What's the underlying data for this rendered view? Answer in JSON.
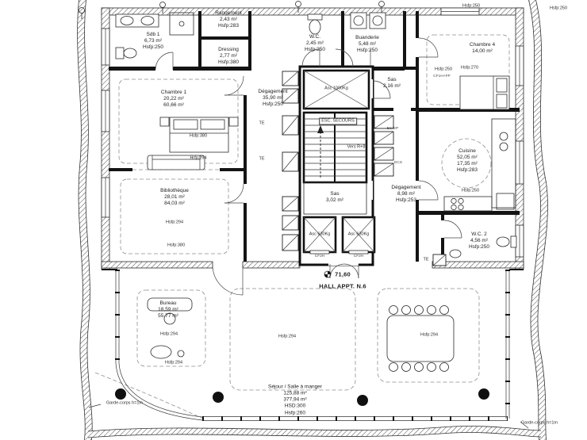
{
  "plan": {
    "hall_title": "HALL APPT. N.6",
    "level_mark": "71,60",
    "rooms": {
      "sdb1": "Sdb 1\n6,73 m²\nHsfp:250",
      "rangement": "Rangement\n2,43 m²\nHsfp:283",
      "dressing": "Dressing\n2,77 m²\nHsfp:380",
      "wc1": "W.C.\n2,45 m²\nHsfp:250",
      "buanderie": "Buanderie\n5,48 m²\nHsfp:250",
      "chambre4": "Chambre 4\n14,00 m²",
      "chambre1": "Chambre 1\n20,22 m²\n60,66 m²",
      "degagement_haut": "Dégagement\n35,90 m²\nHsfp:250",
      "cuisine": "Cuisine\n52,05 m²\n17,35 m²\nHsfp:283",
      "bibliotheque": "Bibliothèque\n28,01 m²\n84,03 m²",
      "degagement_asc": "Dégagement\n8,98 m²\nHsfp:253",
      "wc2": "W.C. 2\n4,56 m²\nHsfp:250",
      "bureau": "Bureau\n18,59 m²\n55,77 m²",
      "sejour": "Séjour / Salle à manger\n125,88 m²\n377,94 m²\nHSD:300\nHsfp:260"
    },
    "core": {
      "asc1000": "Asc 1000Kg",
      "asc630_left": "Asc 630Kg",
      "asc630_right": "Asc 630Kg",
      "esc": "ESC. SECOURS",
      "vers": "Vers R+8",
      "sas_top": "Sas\n2,16 m²",
      "sas_mid": "Sas\n3,02 m²",
      "cf1h": "CF1H+FP",
      "cf2h_left": "CF2H",
      "cf2h_right": "CF2H"
    },
    "shafts": {
      "te_1": "TE",
      "te_2": "TE",
      "te_3": "TE",
      "ecs": "ECS",
      "ecep": "EC/EP"
    },
    "heights": {
      "h_top_right_a": "Hsfp:250",
      "h_top_right_b": "Hsfp:250",
      "h_chambre4": "Hsfp:270",
      "h_chambre1_a": "Hrfp:294",
      "h_chambre1_b": "Hsfp:380",
      "h_sas": "Hsfp:250",
      "h_cuisine": "Hsfp:250",
      "h_biblio": "Hsfp:294",
      "h_biblio_b": "Hsfp:380",
      "h_bureau_a": "Hsfp:294",
      "h_bureau_b": "Hsfp:294",
      "h_sejour_a": "Hsfp:294",
      "h_sejour_b": "Hsfp:294"
    },
    "balcony": {
      "garde_left": "Garde-corps h=1m",
      "garde_right": "Garde-corps h=1m"
    }
  }
}
